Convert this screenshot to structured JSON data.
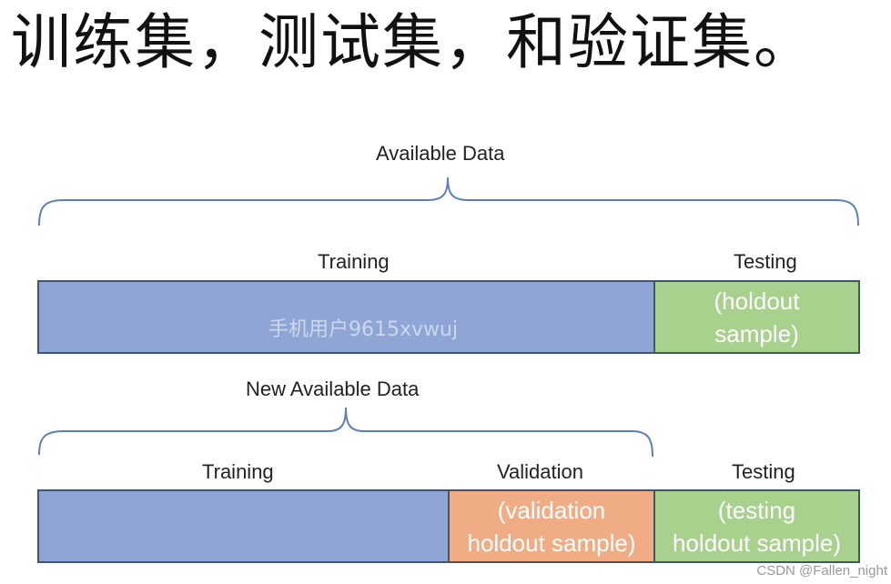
{
  "title": "训练集，测试集，和验证集。",
  "top": {
    "brace_label": "Available Data",
    "training_label": "Training",
    "testing_label": "Testing",
    "testing_box_line1": "(holdout",
    "testing_box_line2": "sample)",
    "watermark": "手机用户9615xvwuj"
  },
  "bottom": {
    "brace_label": "New Available Data",
    "training_label": "Training",
    "validation_label": "Validation",
    "testing_label": "Testing",
    "validation_box_line1": "(validation",
    "validation_box_line2": "holdout sample)",
    "testing_box_line1": "(testing",
    "testing_box_line2": "holdout sample)"
  },
  "footer": "CSDN @Fallen_night",
  "colors": {
    "training": "#8fa5d6",
    "testing": "#a9d18e",
    "validation": "#f0ad85",
    "border": "#44546a"
  }
}
